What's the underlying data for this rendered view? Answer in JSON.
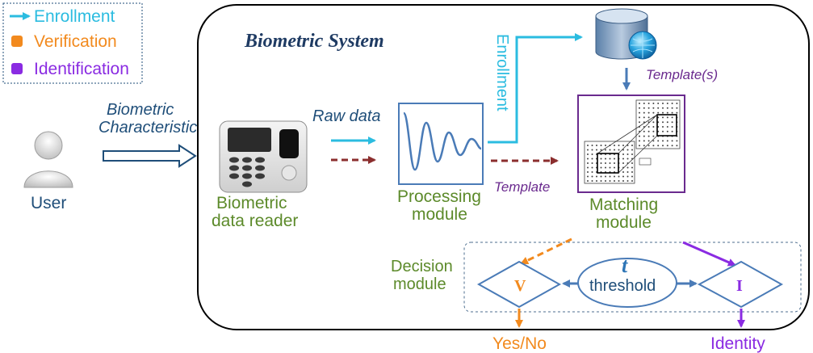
{
  "legend": {
    "enrollment": "Enrollment",
    "verification": "Verification",
    "identification": "Identification"
  },
  "system_title": "Biometric System",
  "user_label": "User",
  "biometric_characteristic": [
    "Biometric",
    "Characteristic"
  ],
  "raw_data_label": "Raw data",
  "reader_label": [
    "Biometric",
    "data reader"
  ],
  "processing_label": [
    "Processing",
    "module"
  ],
  "enrollment_vertical": "Enrollment",
  "templates_label": "Template(s)",
  "template_label": "Template",
  "matching_label": [
    "Matching",
    "module"
  ],
  "decision_label": [
    "Decision",
    "module"
  ],
  "threshold_symbol": "t",
  "threshold_label": "threshold",
  "verify_symbol": "V",
  "identify_symbol": "I",
  "yes_no": "Yes/No",
  "identity": "Identity",
  "colors": {
    "enrollment": "#2bbce0",
    "verification": "#f28a1e",
    "identification": "#8a2be2",
    "raw_data": "#1f4e79",
    "green_label": "#5c8a2a",
    "blue_label": "#2e75b6",
    "dashed_red": "#8b2e2e"
  }
}
